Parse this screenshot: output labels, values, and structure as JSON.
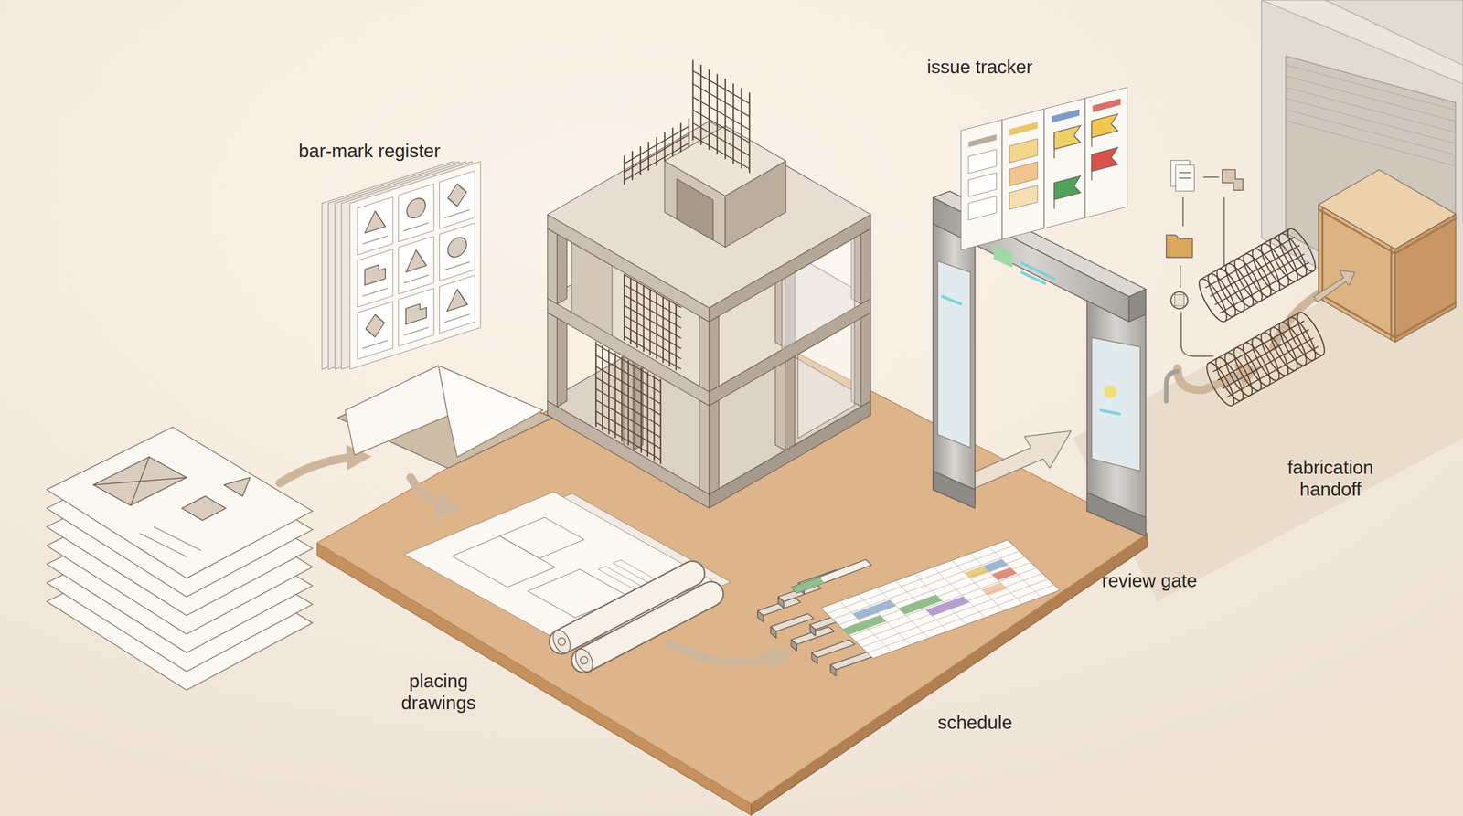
{
  "diagram": {
    "labels": [
      "bar-mark register",
      "issue tracker",
      "placing drawings",
      "schedule",
      "review gate",
      "fabrication handoff"
    ]
  }
}
